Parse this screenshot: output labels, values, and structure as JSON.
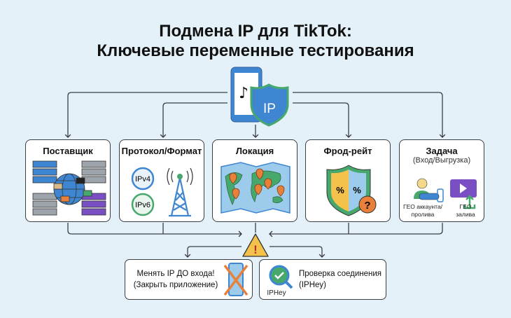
{
  "title": {
    "line1": "Подмена IP для TikTok:",
    "line2": "Ключевые переменные тестирования"
  },
  "center_icon": {
    "phone": "phone-tiktok-icon",
    "shield_label": "IP"
  },
  "variables": [
    {
      "title": "Поставщик",
      "icon": "servers-globe-icon"
    },
    {
      "title": "Протокол/Формат",
      "icon": "ipv-tower-icon",
      "labels": [
        "IPv4",
        "IPv6"
      ]
    },
    {
      "title": "Локация",
      "icon": "world-map-pins-icon"
    },
    {
      "title": "Фрод-рейт",
      "icon": "shield-percent-icon",
      "labels": [
        "%",
        "%",
        "?"
      ]
    },
    {
      "title": "Задача",
      "subtitle": "(Вход/Выгрузка)",
      "items": [
        {
          "line1": "ГЕО аккаунта/",
          "line2": "пролива",
          "icon": "user-login-icon"
        },
        {
          "line1": "ГЕО",
          "line2": "залива",
          "icon": "video-upload-icon"
        }
      ]
    }
  ],
  "warning": {
    "icon": "warning-triangle-icon",
    "symbol": "!"
  },
  "outcomes": [
    {
      "line1": "Менять IP ДО входа!",
      "line2": "(Закрыть приложение)",
      "icon": "phone-crossed-icon"
    },
    {
      "line1": "Проверка соединения",
      "line2": "(IPHey)",
      "icon_label": "IPHey",
      "icon": "magnifier-check-icon"
    }
  ],
  "colors": {
    "background": "#e4f1f9",
    "blue": "#3f86d2",
    "green": "#46a86c",
    "orange": "#e8803a",
    "yellow": "#f4c24a",
    "purple": "#7a4fc4"
  }
}
